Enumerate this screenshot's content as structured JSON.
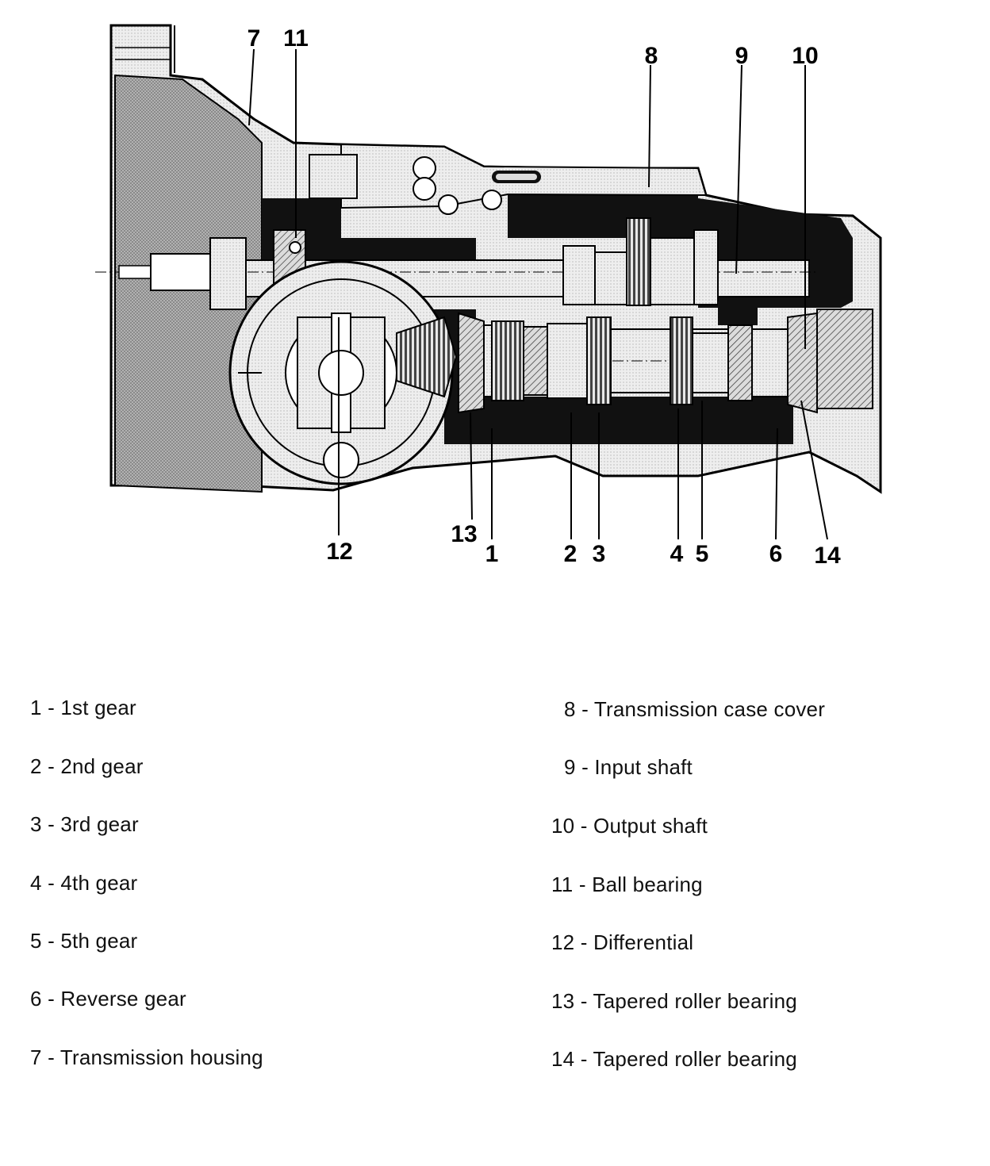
{
  "callouts": [
    "1",
    "2",
    "3",
    "4",
    "5",
    "6",
    "7",
    "8",
    "9",
    "10",
    "11",
    "12",
    "13",
    "14"
  ],
  "legend": {
    "left": [
      "1 - 1st gear",
      "2 - 2nd gear",
      "3 - 3rd gear",
      "4 - 4th gear",
      "5 - 5th gear",
      "6 - Reverse gear",
      "7 - Transmission housing"
    ],
    "right": [
      "8 - Transmission case cover",
      "9 - Input shaft",
      "10 - Output shaft",
      "11 - Ball bearing",
      "12 - Differential",
      "13 - Tapered roller bearing",
      "14 - Tapered roller bearing"
    ]
  }
}
